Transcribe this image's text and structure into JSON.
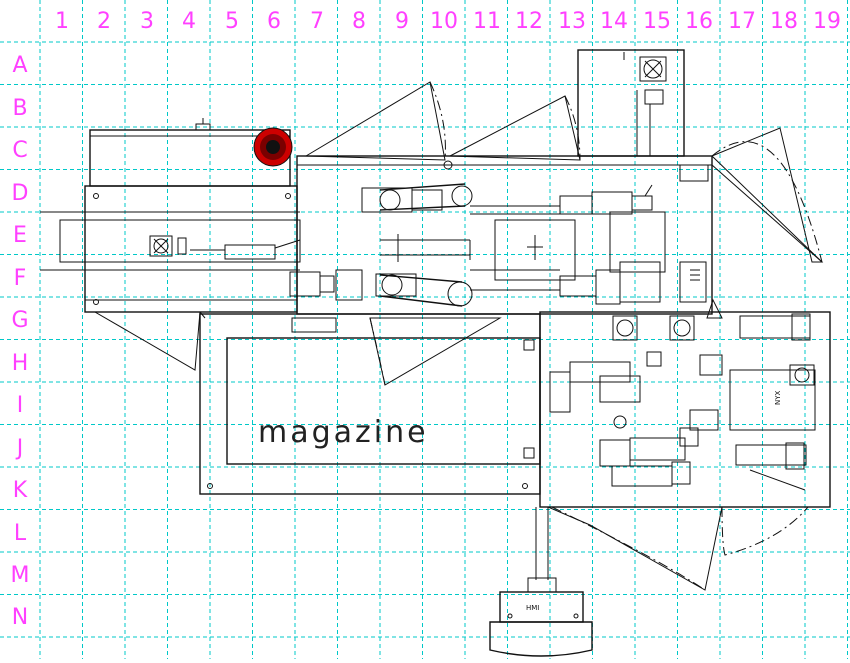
{
  "grid": {
    "columns": [
      "1",
      "2",
      "3",
      "4",
      "5",
      "6",
      "7",
      "8",
      "9",
      "10",
      "11",
      "12",
      "13",
      "14",
      "15",
      "16",
      "17",
      "18",
      "19"
    ],
    "rows": [
      "A",
      "B",
      "C",
      "D",
      "E",
      "F",
      "G",
      "H",
      "I",
      "J",
      "K",
      "L",
      "M",
      "N"
    ]
  },
  "labels": {
    "magazine": "magazine",
    "hmi": "HMI",
    "nyx": "NYX"
  },
  "colors": {
    "grid": "#00c8c8",
    "labels": "#ff40ff",
    "emergency_stop": "#cc0000",
    "lines": "#111111"
  },
  "icons": [
    "fan-icon",
    "emergency-stop-icon",
    "motor-icon",
    "crosshair-icon"
  ]
}
